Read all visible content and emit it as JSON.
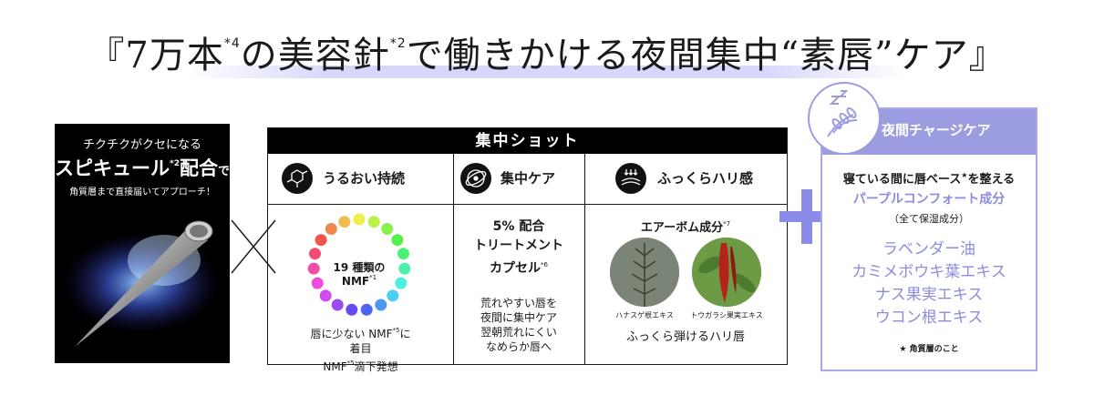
{
  "headline": {
    "open": "『",
    "part1": "7万本",
    "sup1": "*4",
    "part2": "の美容針",
    "sup2": "*2",
    "part3": "で働きかける夜間集中“素唇”ケア",
    "close": "』"
  },
  "spicule": {
    "line1": "チクチクがクセになる",
    "line2_main": "スピキュール",
    "line2_sup": "*2",
    "line2_tail": "配合",
    "line2_small": "で",
    "line3": "角質層まで直接届いてアプローチ！"
  },
  "main": {
    "title": "集中ショット",
    "columns": [
      {
        "icon": "molecule-icon",
        "label": "うるおい持続",
        "center1": "19 種類の",
        "center2": "NMF",
        "center2_sup": "*1",
        "body1_a": "唇に少ない NMF",
        "body1_sup": "*5",
        "body1_b": "に",
        "body2": "着目",
        "body3_a": "NMF",
        "body3_sup": "*5",
        "body3_b": "滴下発想"
      },
      {
        "icon": "target-icon",
        "label": "集中ケア",
        "cap1": "5% 配合",
        "cap2": "トリートメント",
        "cap3": "カプセル",
        "cap3_sup": "*6",
        "body1": "荒れやすい唇を",
        "body2": "夜間に集中ケア",
        "body3": "翌朝荒れにくい",
        "body4": "なめらか唇へ"
      },
      {
        "icon": "skin-icon",
        "label": "ふっくらハリ感",
        "airbomb": "エアーボム成分",
        "airbomb_sup": "*7",
        "plant1": "ハナスゲ根エキス",
        "plant2": "トウガラシ果実エキス",
        "body": "ふっくら弾けるハリ唇"
      }
    ]
  },
  "right": {
    "head": "夜間チャージケア",
    "t1_a": "寝ている間に唇ベース",
    "t1_sup": "★",
    "t1_b": "を整える",
    "t2": "パープルコンフォート成分",
    "t3": "（全て保湿成分）",
    "items": [
      "ラベンダー油",
      "カミメボウキ葉エキス",
      "ナス果実エキス",
      "ウコン根エキス"
    ],
    "note": "★ 角質層のこと"
  },
  "colors": {
    "accent": "#9c9ce0",
    "accent_text": "#8c8cde",
    "black": "#000000"
  }
}
